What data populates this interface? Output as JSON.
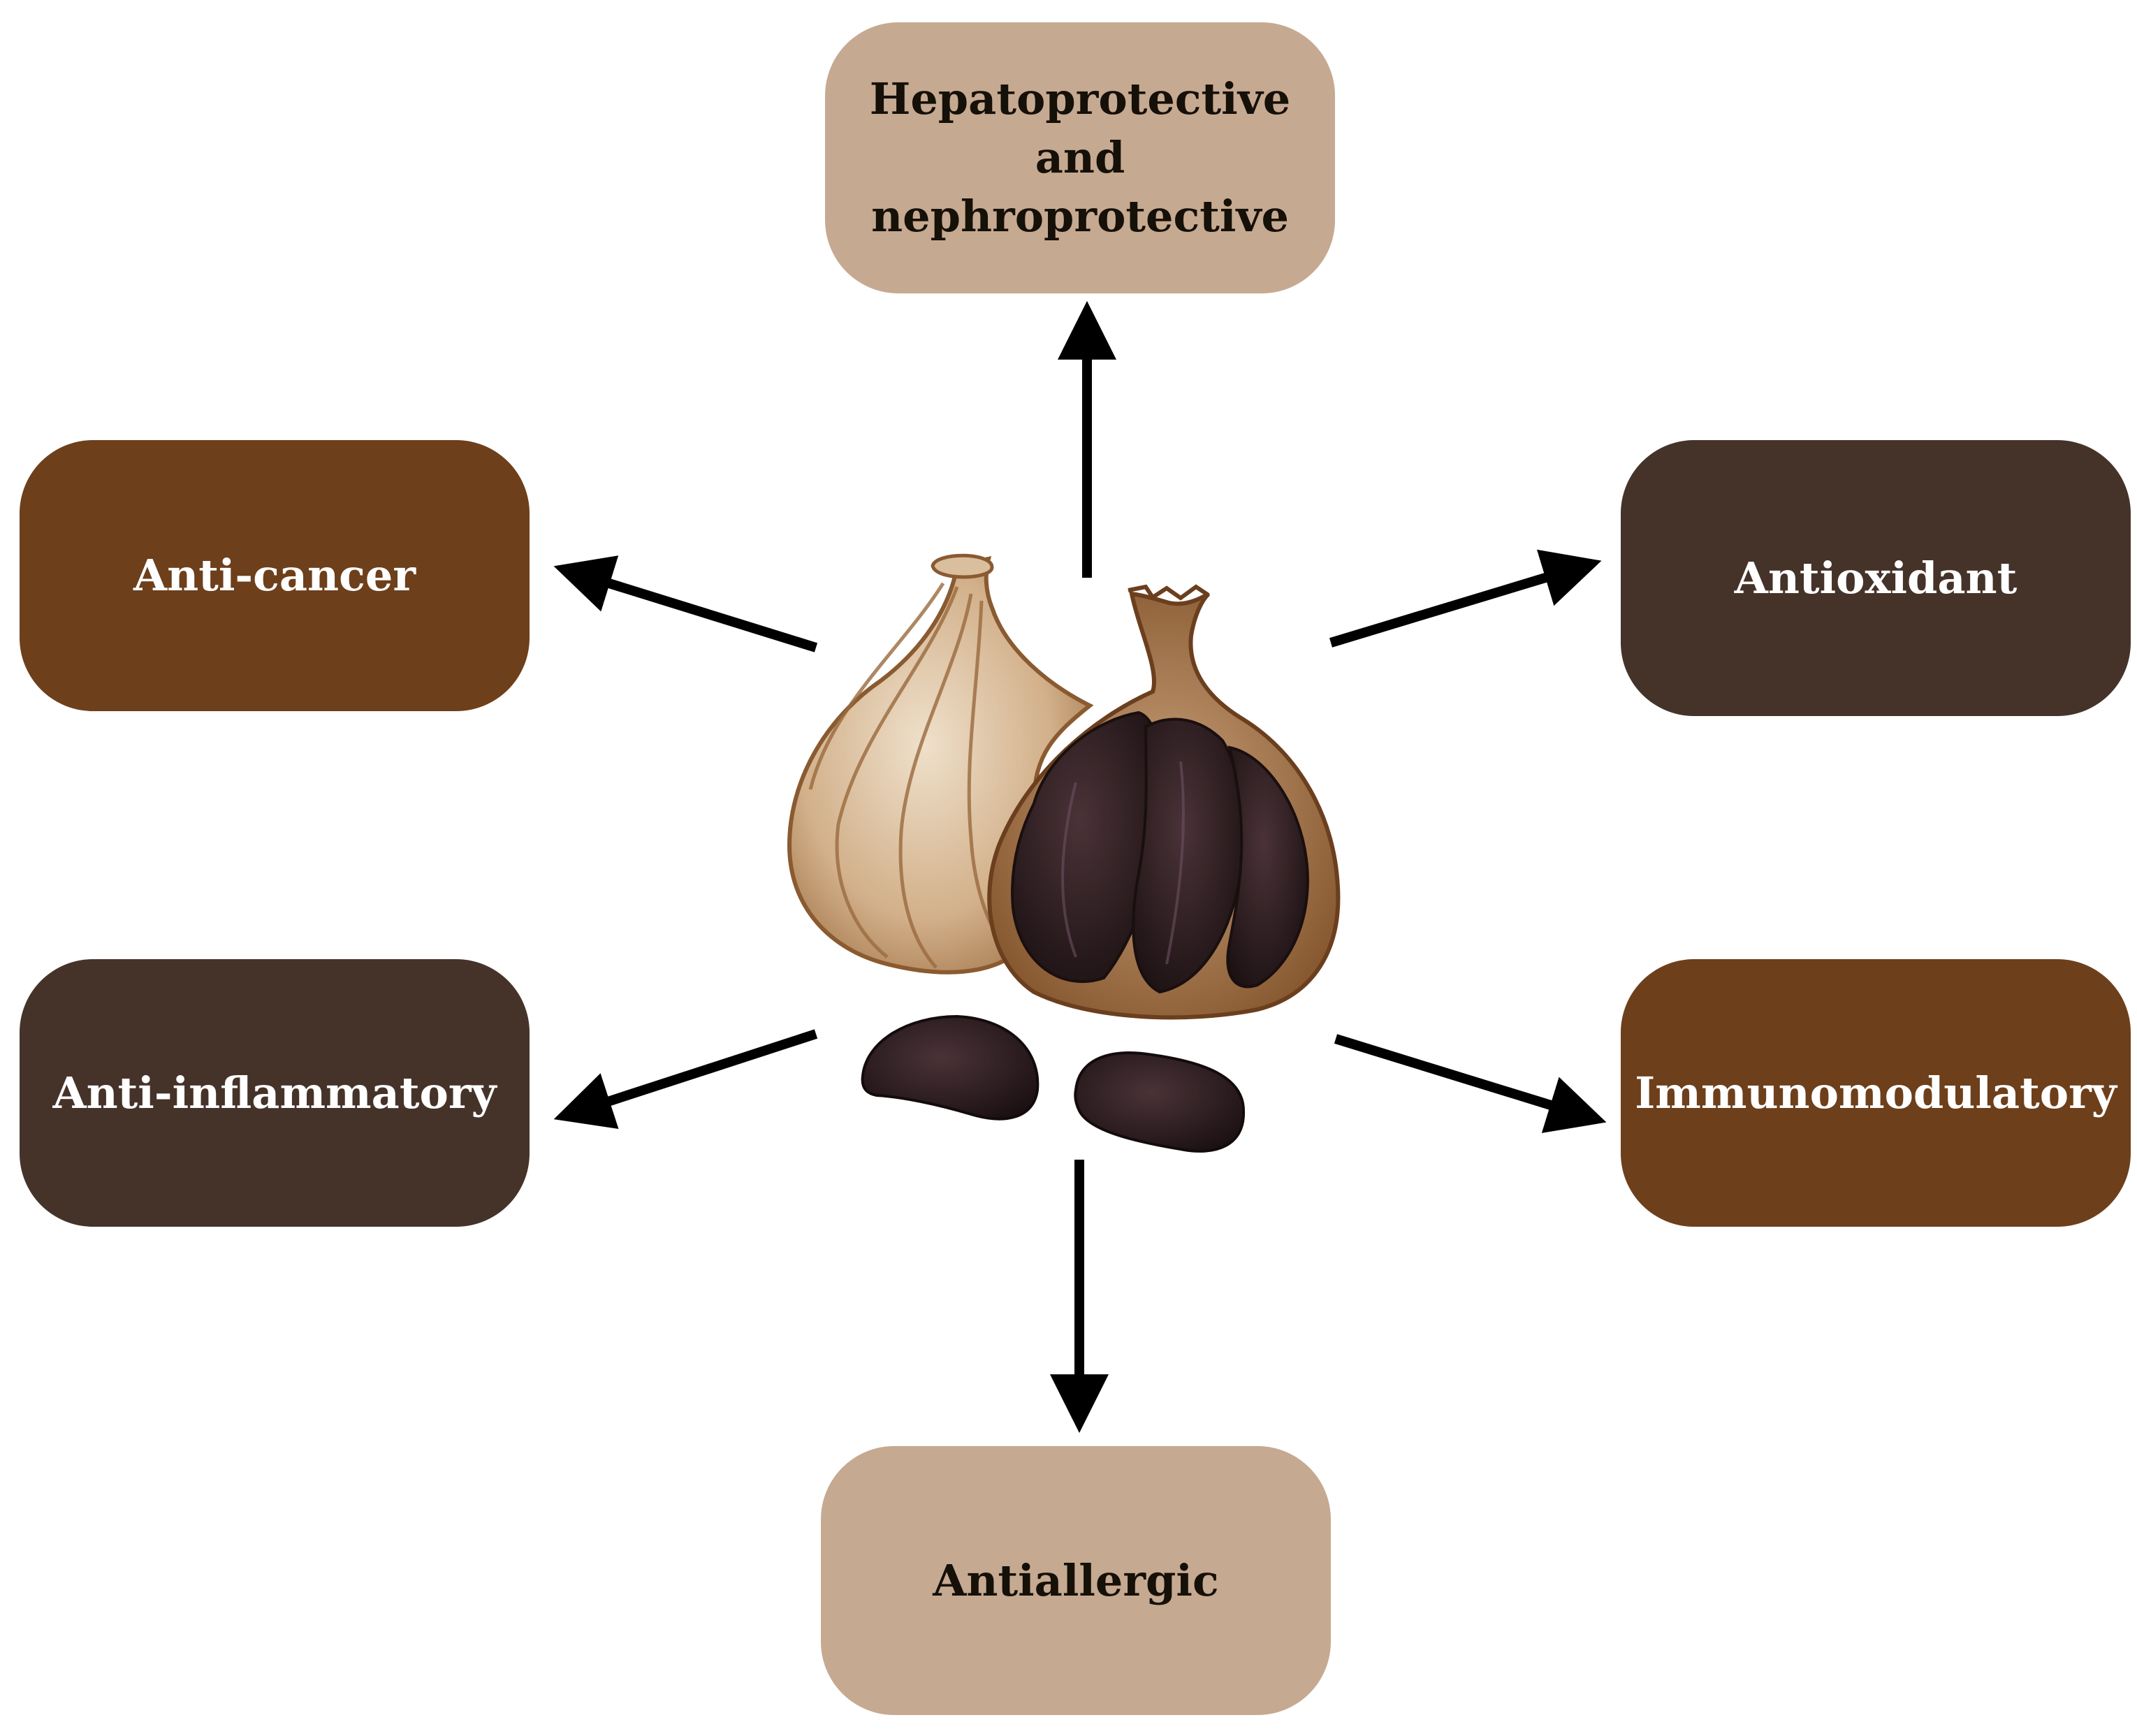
{
  "center": {
    "icon": "black-garlic-illustration"
  },
  "effects": {
    "hepato": {
      "label": "Hepatoprotective and nephroprotective",
      "fill": "#c6a991",
      "text_color": "#151008"
    },
    "cancer": {
      "label": "Anti-cancer",
      "fill": "#6d3f1b",
      "text_color": "#ffffff"
    },
    "antioxidant": {
      "label": "Antioxidant",
      "fill": "#45332a",
      "text_color": "#ffffff"
    },
    "inflammatory": {
      "label": "Anti-inflammatory",
      "fill": "#45332a",
      "text_color": "#ffffff"
    },
    "immuno": {
      "label": "Immunomodulatory",
      "fill": "#6d3f1b",
      "text_color": "#ffffff"
    },
    "allergic": {
      "label": "Antiallergic",
      "fill": "#c6a991",
      "text_color": "#151008"
    }
  },
  "colors": {
    "arrow": "#000000",
    "background": "#ffffff"
  }
}
